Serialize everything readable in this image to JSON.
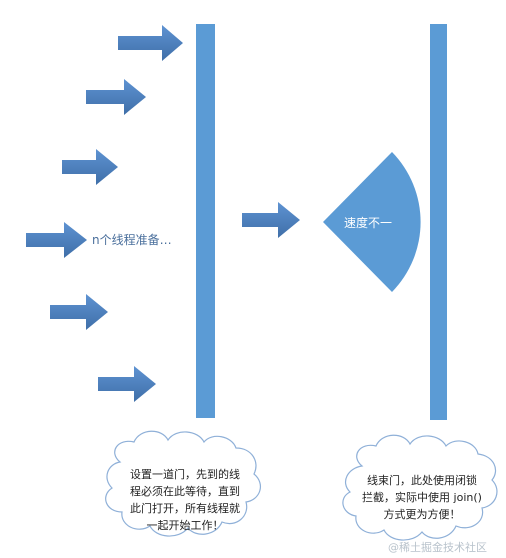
{
  "diagram": {
    "threads_label": "n个线程准备…",
    "speed_label": "速度不一",
    "note_left": [
      "设置一道门，先到的线",
      "程必须在此等待，直到",
      "此门打开，所有线程就",
      "一起开始工作！"
    ],
    "note_right": [
      "线束门，此处使用闭锁",
      "拦截，实际中使用 join()",
      "方式更为方便！"
    ],
    "watermark": "@稀土掘金技术社区",
    "colors": {
      "bar": "#5b9bd5",
      "arrow": "#4a7ebb",
      "fan": "#5b9bd5",
      "cloud_stroke": "#8fb0d8",
      "text": "#4a6f9c"
    },
    "arrow_count": 7
  }
}
